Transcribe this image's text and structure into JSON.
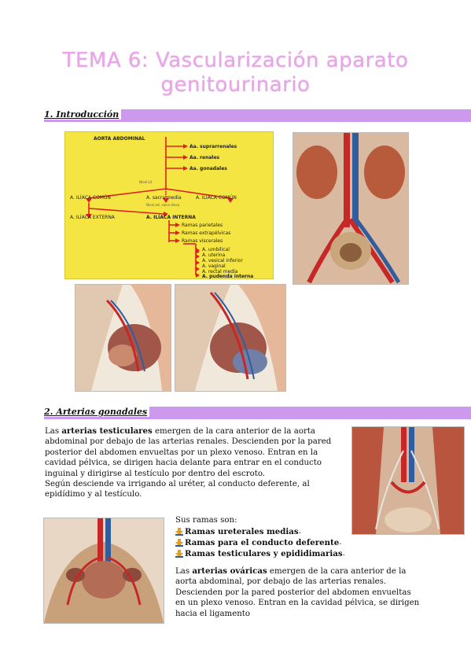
{
  "title": {
    "line1": "TEMA 6: Vascularización aparato",
    "line2": "genitourinario"
  },
  "sections": {
    "intro": "1. Introducción",
    "gonadal": "2. Arterias gonadales"
  },
  "diagram": {
    "aorta": "AORTA ABDOMINAL",
    "suprarrenales": "Aa. suprarrenales",
    "renales": "Aa. renales",
    "gonadales": "Aa. gonadales",
    "nivel_l4": "Nivel L4",
    "iliaca_comun_left": "A. ILÍACA COMÚN",
    "sacra_media": "A. sacra media",
    "iliaca_comun_right": "A. ILÍACA COMÚN",
    "nivel_sacro": "Nivel art. sacro-iliaca",
    "iliaca_externa": "A. ILÍACA EXTERNA",
    "iliaca_interna": "A. ILÍACA INTERNA",
    "parietales": "Ramas parietales",
    "extrapelvicas": "Ramas extrapélvicas",
    "viscerales": "Ramas viscerales",
    "visceral_branches": [
      "A. umbilical",
      "A. uterina",
      "A. vesical inferior",
      "A. vaginal",
      "A. rectal media",
      "A. pudenda interna"
    ]
  },
  "paragraph1": {
    "pre": "Las ",
    "bold": "arterias testiculares",
    "rest": " emergen de la cara anterior de la aorta abdominal por debajo de las arterias renales. Descienden por la pared posterior del abdomen envueltas por un plexo venoso. Entran en la cavidad pélvica, se dirigen hacia delante para entrar en el conducto inguinal y dirigirse al testículo por dentro del escroto.",
    "line2": "Según desciende va irrigando al uréter, al conducto deferente, al epidídimo y al testículo."
  },
  "branches": {
    "intro": "Sus ramas son:",
    "items": [
      "Ramas ureterales medias",
      "Ramas para el conducto deferente",
      "Ramas testiculares y epididimarias"
    ]
  },
  "paragraph2": {
    "pre": "Las ",
    "bold": "arterias ováricas",
    "rest": " emergen de la cara anterior de la aorta abdominal, por debajo de las arterias renales. Descienden por la pared posterior del abdomen envueltas en un plexo venoso. Entran en la cavidad pélvica, se dirigen hacia el ligamento"
  },
  "colors": {
    "title": "#e8a6e8",
    "band": "#cc99ee",
    "diagram_bg": "#f4e542",
    "arrow": "#e02020"
  }
}
